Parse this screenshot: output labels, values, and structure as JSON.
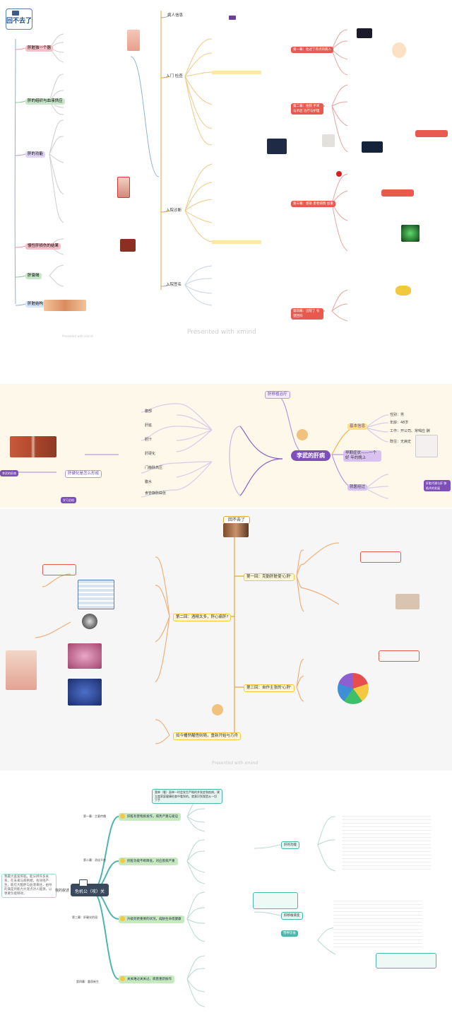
{
  "panel1": {
    "title": "回不去了",
    "left_branches": [
      {
        "label": "肝脏独一个器",
        "color": "#f6c0c8"
      },
      {
        "label": "肝的组织与血液供应",
        "color": "#c8e6c9"
      },
      {
        "label": "肝的功能",
        "color": "#e1d5f5"
      },
      {
        "label": "慢性肝损伤的结果",
        "color": "#f6c0c8"
      },
      {
        "label": "肝衰竭",
        "color": "#c8e6c9"
      },
      {
        "label": "肝脏结构",
        "color": "#d6e4f7"
      }
    ],
    "center_branches": [
      {
        "label": "病人信息",
        "color": "#5a5a5a"
      },
      {
        "label": "入门 检查",
        "color": "#e8a33a"
      },
      {
        "label": "入院诊断",
        "color": "#e8a33a"
      },
      {
        "label": "入院签名",
        "color": "#9aa9c8"
      }
    ],
    "right_boxes": [
      {
        "label": "第一幕：住过了有点的病人",
        "color": "#e85a4f"
      },
      {
        "label": "第二幕：住院 手术与术后 治疗与护理",
        "color": "#e85a4f"
      },
      {
        "label": "第三幕：感染 患者病情 加重",
        "color": "#e85a4f"
      },
      {
        "label": "第四幕：出院了 有望回归",
        "color": "#e85a4f"
      }
    ],
    "watermark": "Presented with xmind",
    "watermark_small": "Presented with xmind"
  },
  "panel2": {
    "center": "李武的肝病",
    "top_node": "肝移植治疗",
    "right_branches": [
      {
        "label": "基本信息",
        "color": "#ffe08a"
      },
      {
        "label": "早期症状——一个好 年的晚上",
        "color": "#d9c2f0"
      },
      {
        "label": "就医经过",
        "color": "#d9c2f0"
      }
    ],
    "left_node": "肝硬化是怎么形成",
    "left_tag": "李武的肝病",
    "right_tag": "肝脏代谢与肝 移植术的发展",
    "bottom_left_tag": "学习总结",
    "basic_info": [
      "性别：男",
      "年龄：48岁",
      "工作：开公司、常喝应 酬",
      "既往：无病史"
    ],
    "mid_labels": [
      "腹部",
      "肝脏",
      "胆汁",
      "肝硬化",
      "门静脉高压",
      "腹水",
      "食管静脉曲张"
    ]
  },
  "panel3": {
    "title": "回不去了",
    "sections": [
      {
        "label": "第一回：克勤肝脏使'心肝'",
        "color": "#f5c842"
      },
      {
        "label": "第二回：酒精太多，肝心痛肝?",
        "color": "#f5c842"
      },
      {
        "label": "第三回：自作主张的'心肝'",
        "color": "#f5c842"
      },
      {
        "label": "如今幡然醒悟则随，重新开始与万舟",
        "color": "#f5c842"
      }
    ],
    "watermark": "Presented with xmind"
  },
  "panel4": {
    "center": "危机公（攻）关",
    "left_note": "我最大喜爱肝脏。能分辨许多关系，在未来与病例相，有效地产生，能在大酷胖与血液来往，由导的满是剂能力大宠点对人能源，以更要负能够效。",
    "left_label": "我的叙述",
    "top_note": "我单（看）面单一时会发生严格的并发症和疾病，建立度家庭健康检查中看到的。就意识到我是从一切 下手",
    "branches": [
      {
        "label": "肝脏有害物质发作，病势严重与紧迫",
        "step": "第一幕：主要传播",
        "color": "#c6e9c0"
      },
      {
        "label": "肝脏功能不断降低，对应疾病严重",
        "step": "第二幕：消化不良",
        "color": "#c6e9c0"
      },
      {
        "label": "升级到更重要的状况，威胁生命或健康",
        "step": "第三幕：肝硬化阶段",
        "color": "#c6e9c0"
      },
      {
        "label": "关关难过关关过，病患重新振作",
        "step": "第四幕：重获新生",
        "color": "#c6e9c0"
      }
    ],
    "right_notes": [
      {
        "label": "肝的功能",
        "color": "#c6e9c0"
      },
      {
        "label": "肝移植病变",
        "color": "#c6e9c0"
      },
      {
        "label": "营养饮食",
        "color": "#c6e9c0"
      }
    ]
  }
}
